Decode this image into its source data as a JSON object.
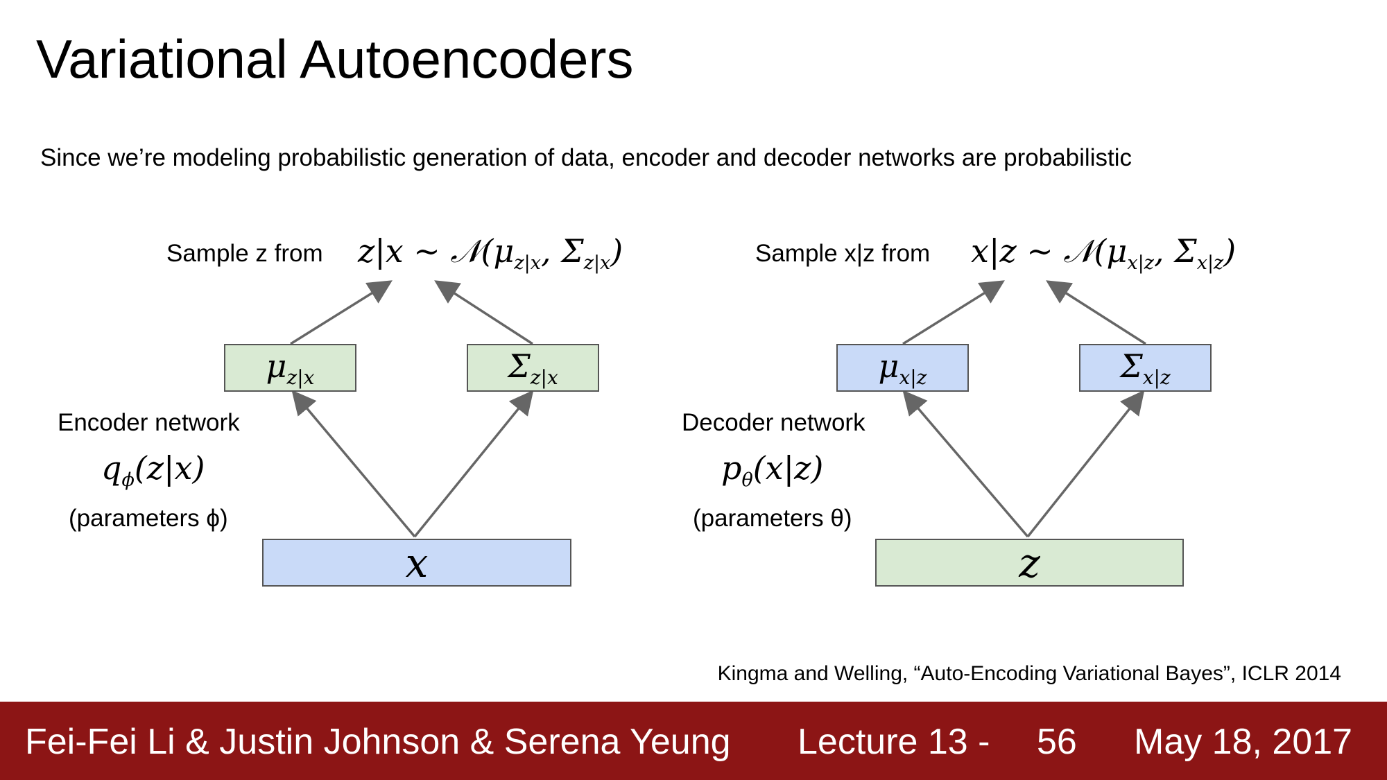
{
  "slide": {
    "title": "Variational Autoencoders",
    "subtitle": "Since we’re modeling probabilistic generation of data, encoder and decoder networks are probabilistic"
  },
  "encoder": {
    "sample_label": "Sample z from",
    "equation": {
      "lhs": "z|x ∼ 𝒩(μ",
      "mu_sub": "z|x",
      "mid": ", Σ",
      "sigma_sub": "z|x",
      "close": ")"
    },
    "mu_box": {
      "symbol": "μ",
      "sub": "z|x"
    },
    "sigma_box": {
      "symbol": "Σ",
      "sub": "z|x"
    },
    "network_label": "Encoder network",
    "network_fn": {
      "symbol": "q",
      "sub": "ϕ",
      "args": "(z|x)"
    },
    "parameters_label": "(parameters ϕ)",
    "input": "x"
  },
  "decoder": {
    "sample_label": "Sample x|z from",
    "equation": {
      "lhs": "x|z ∼ 𝒩(μ",
      "mu_sub": "x|z",
      "mid": ", Σ",
      "sigma_sub": "x|z",
      "close": ")"
    },
    "mu_box": {
      "symbol": "μ",
      "sub": "x|z"
    },
    "sigma_box": {
      "symbol": "Σ",
      "sub": "x|z"
    },
    "network_label": "Decoder network",
    "network_fn": {
      "symbol": "p",
      "sub": "θ",
      "args": "(x|z)"
    },
    "parameters_label": "(parameters θ)",
    "input": "z"
  },
  "citation": "Kingma and Welling, “Auto-Encoding Variational Bayes”, ICLR 2014",
  "footer": {
    "authors": "Fei-Fei Li & Justin Johnson & Serena Yeung",
    "lecture": "Lecture 13 -",
    "page": "56",
    "date": "May 18, 2017"
  },
  "colors": {
    "footer_bg": "#8c1515",
    "green_box": "#d9ead3",
    "blue_box": "#c9daf8",
    "arrow": "#666666"
  }
}
